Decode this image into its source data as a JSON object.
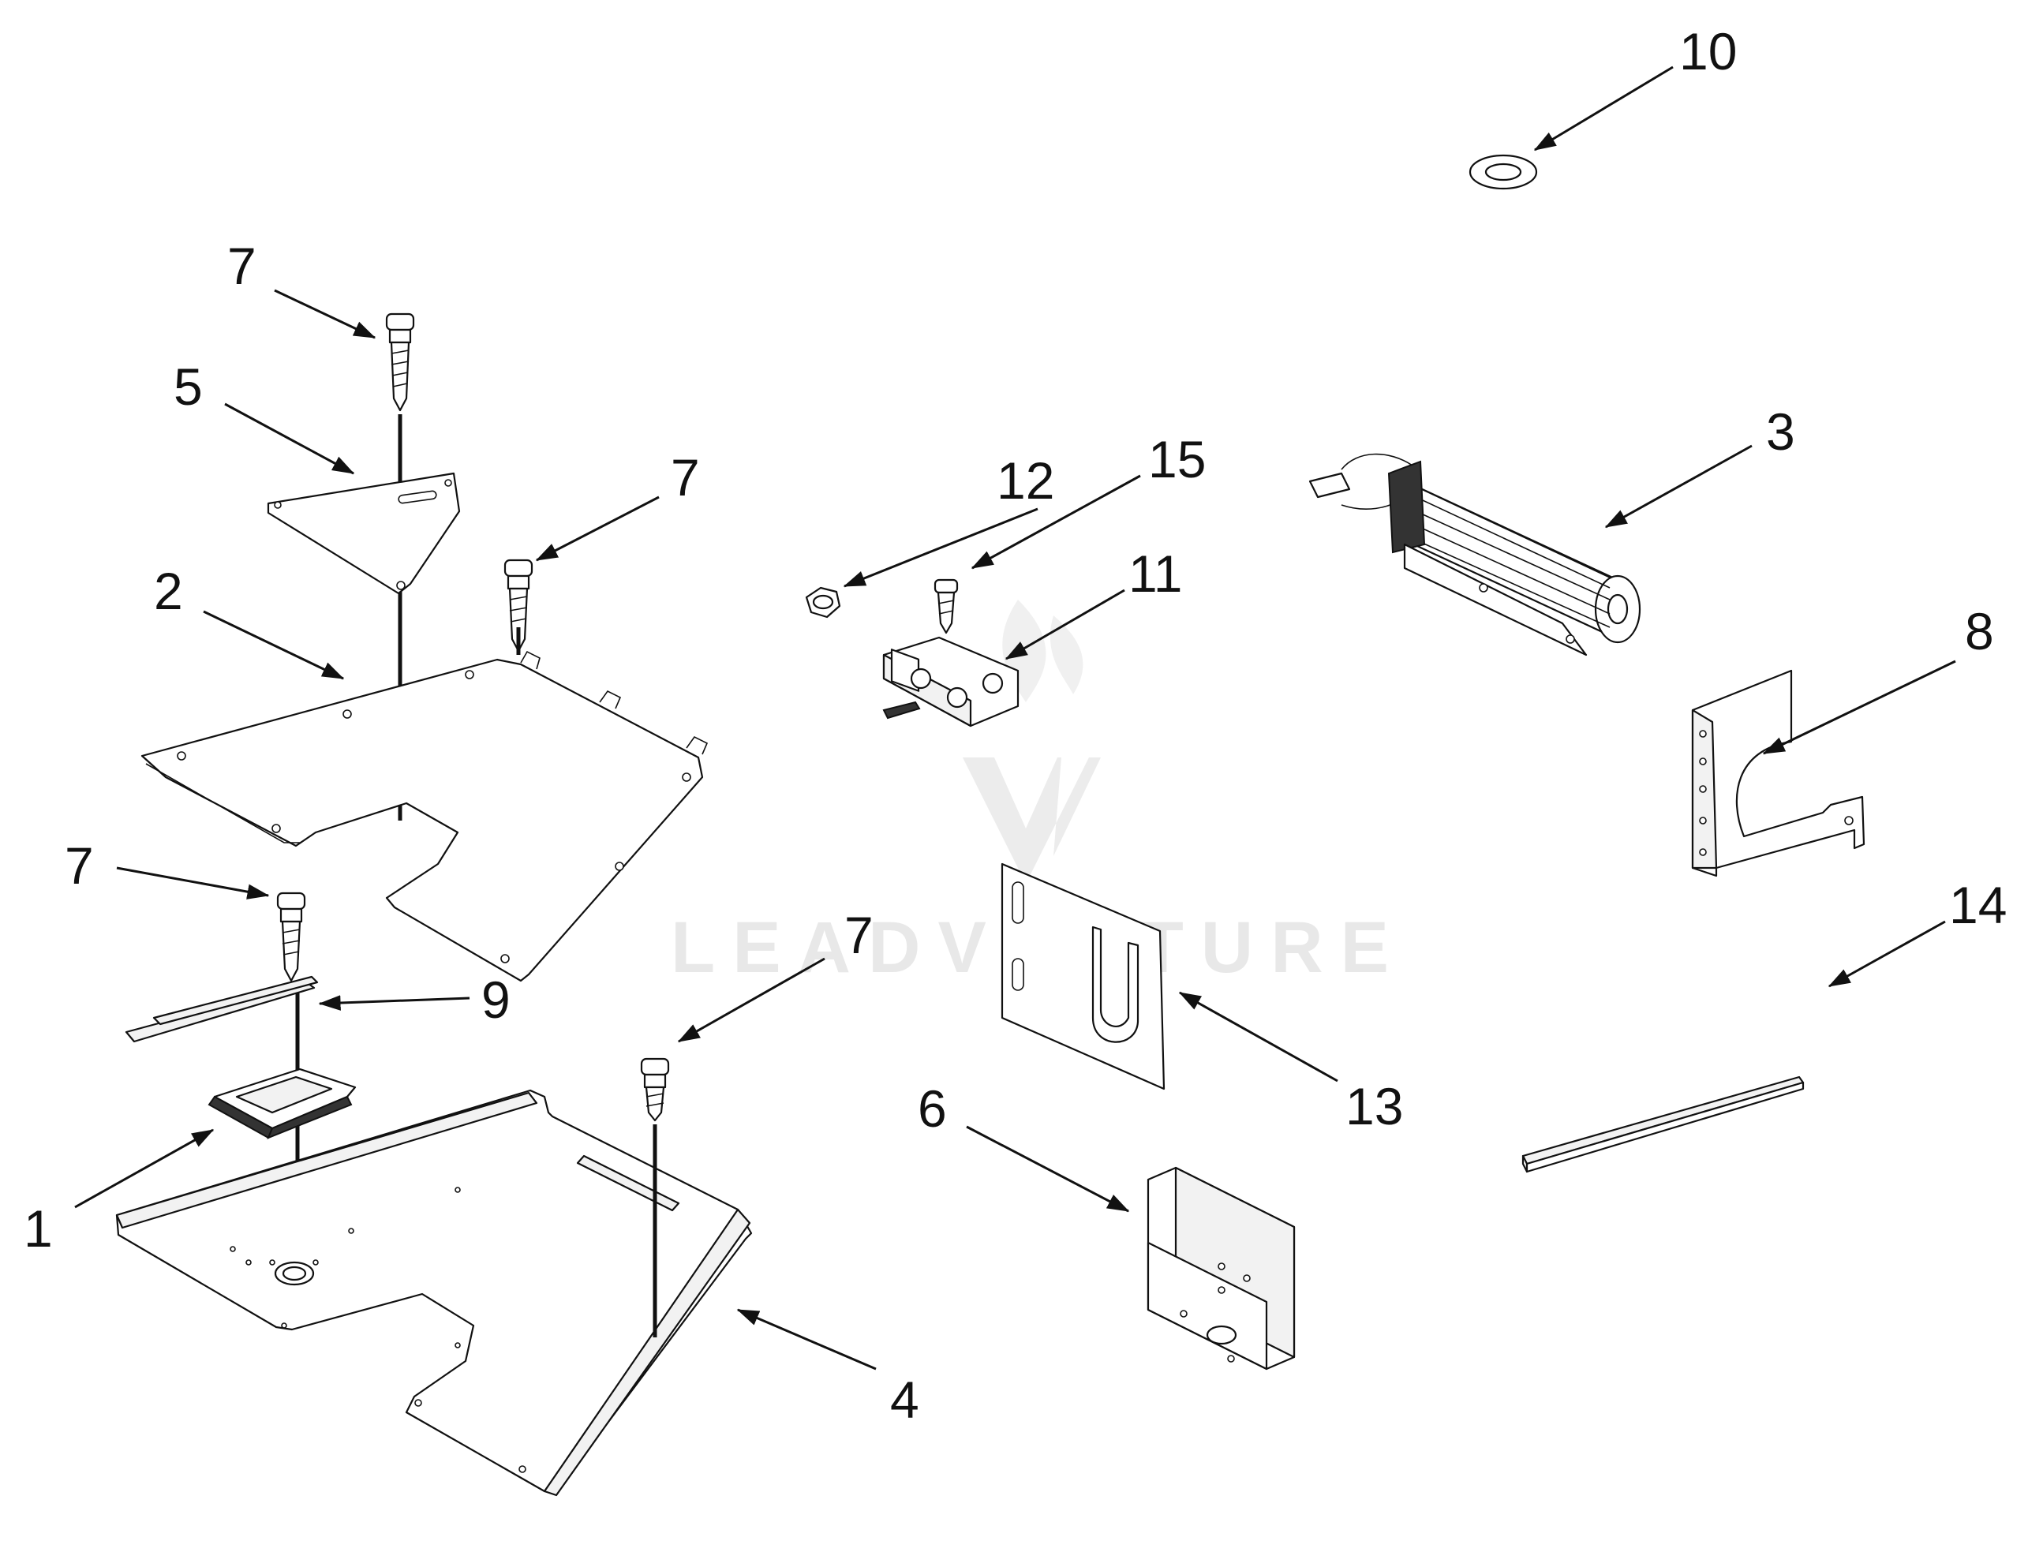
{
  "watermark": {
    "text": "LEADVENTURE",
    "color": "#e6e6e6"
  },
  "line_color": "#111111",
  "background": "#ffffff",
  "callouts": {
    "c1": "1",
    "c2": "2",
    "c3": "3",
    "c4": "4",
    "c5": "5",
    "c6": "6",
    "c7a": "7",
    "c7b": "7",
    "c7c": "7",
    "c7d": "7",
    "c8": "8",
    "c9": "9",
    "c10": "10",
    "c11": "11",
    "c12": "12",
    "c13": "13",
    "c14": "14",
    "c15": "15"
  }
}
